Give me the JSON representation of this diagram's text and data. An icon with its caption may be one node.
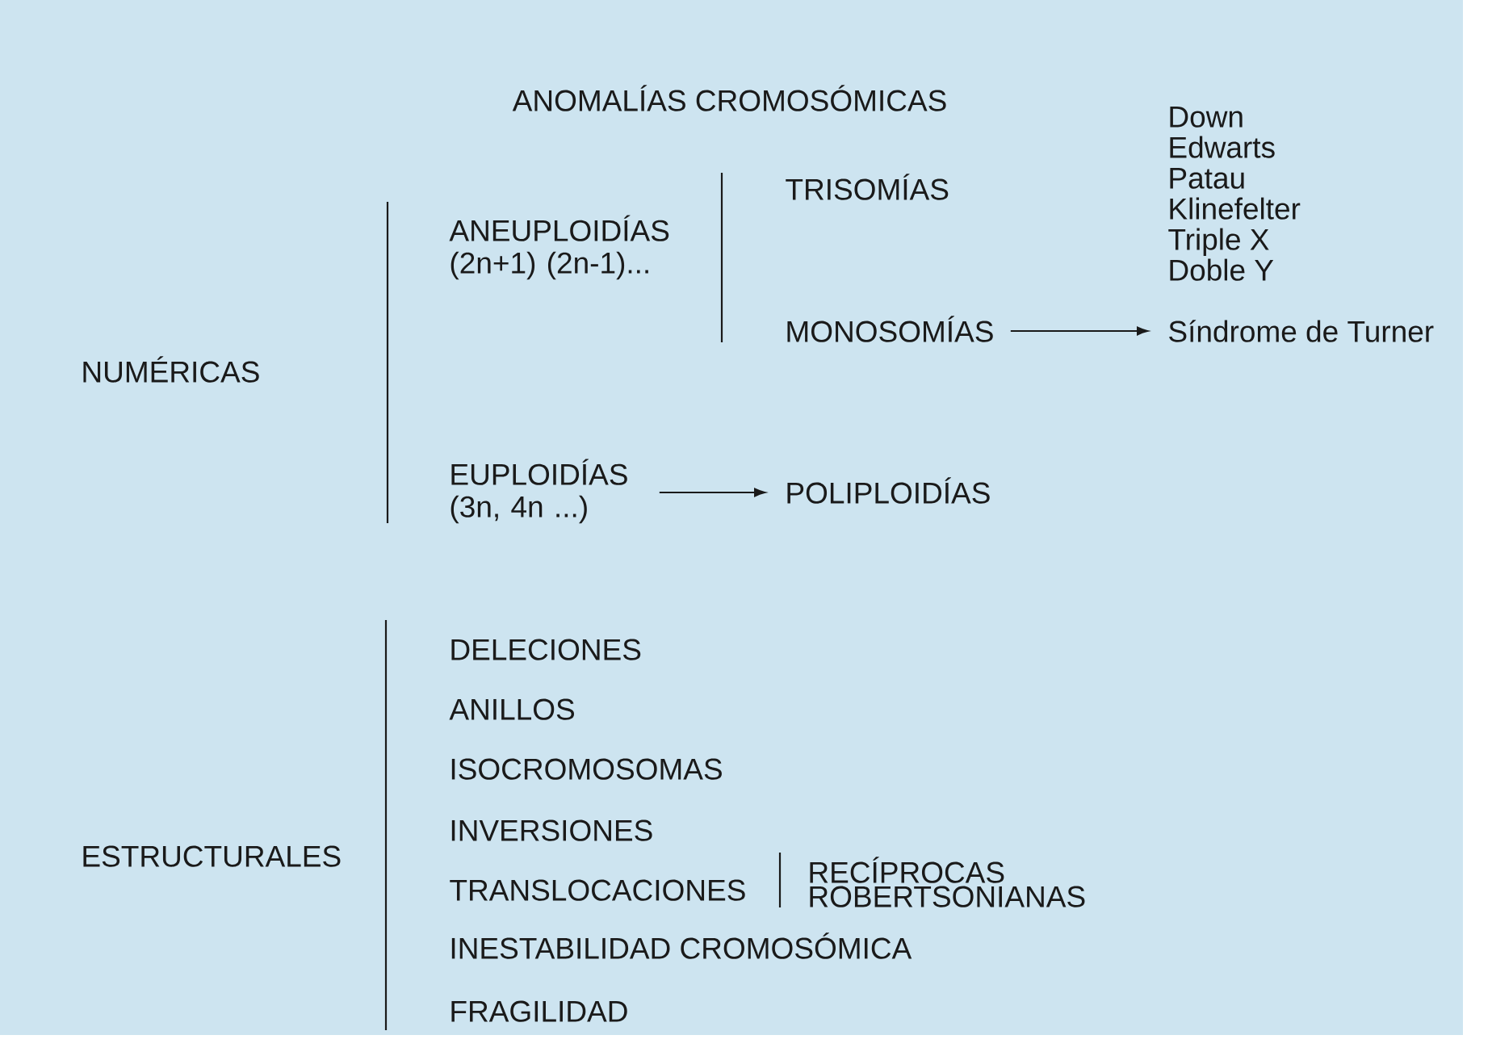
{
  "diagram": {
    "title": "ANOMALÍAS CROMOSÓMICAS",
    "nodes": [
      {
        "text": [
          "MONOSOMÍAS"
        ]
      },
      {
        "text": [
          "Síndrome de Turner"
        ]
      },
      {
        "text": [
          "EUPLOIDÍAS (3n, 4n ...)"
        ]
      },
      {
        "text": [
          "POLIPLOIDÍAS"
        ]
      }
    ],
    "edges": [
      {
        "from": 0,
        "to": 1,
        "arrow": "to"
      },
      {
        "from": 2,
        "to": 3,
        "arrow": "to"
      }
    ],
    "labels": [
      "NUMÉRICAS",
      "ANEUPLOIDÍAS (2n+1) (2n-1)...",
      "TRISOMÍAS",
      "Down",
      "Edwarts",
      "Patau",
      "Klinefelter",
      "Triple X",
      "Doble Y",
      "ESTRUCTURALES",
      "DELECIONES",
      "ANILLOS",
      "ISOCROMOSOMAS",
      "INVERSIONES",
      "TRANSLOCACIONES",
      "RECÍPROCAS",
      "ROBERTSONIANAS",
      "INESTABILIDAD CROMOSÓMICA",
      "FRAGILIDAD"
    ]
  }
}
